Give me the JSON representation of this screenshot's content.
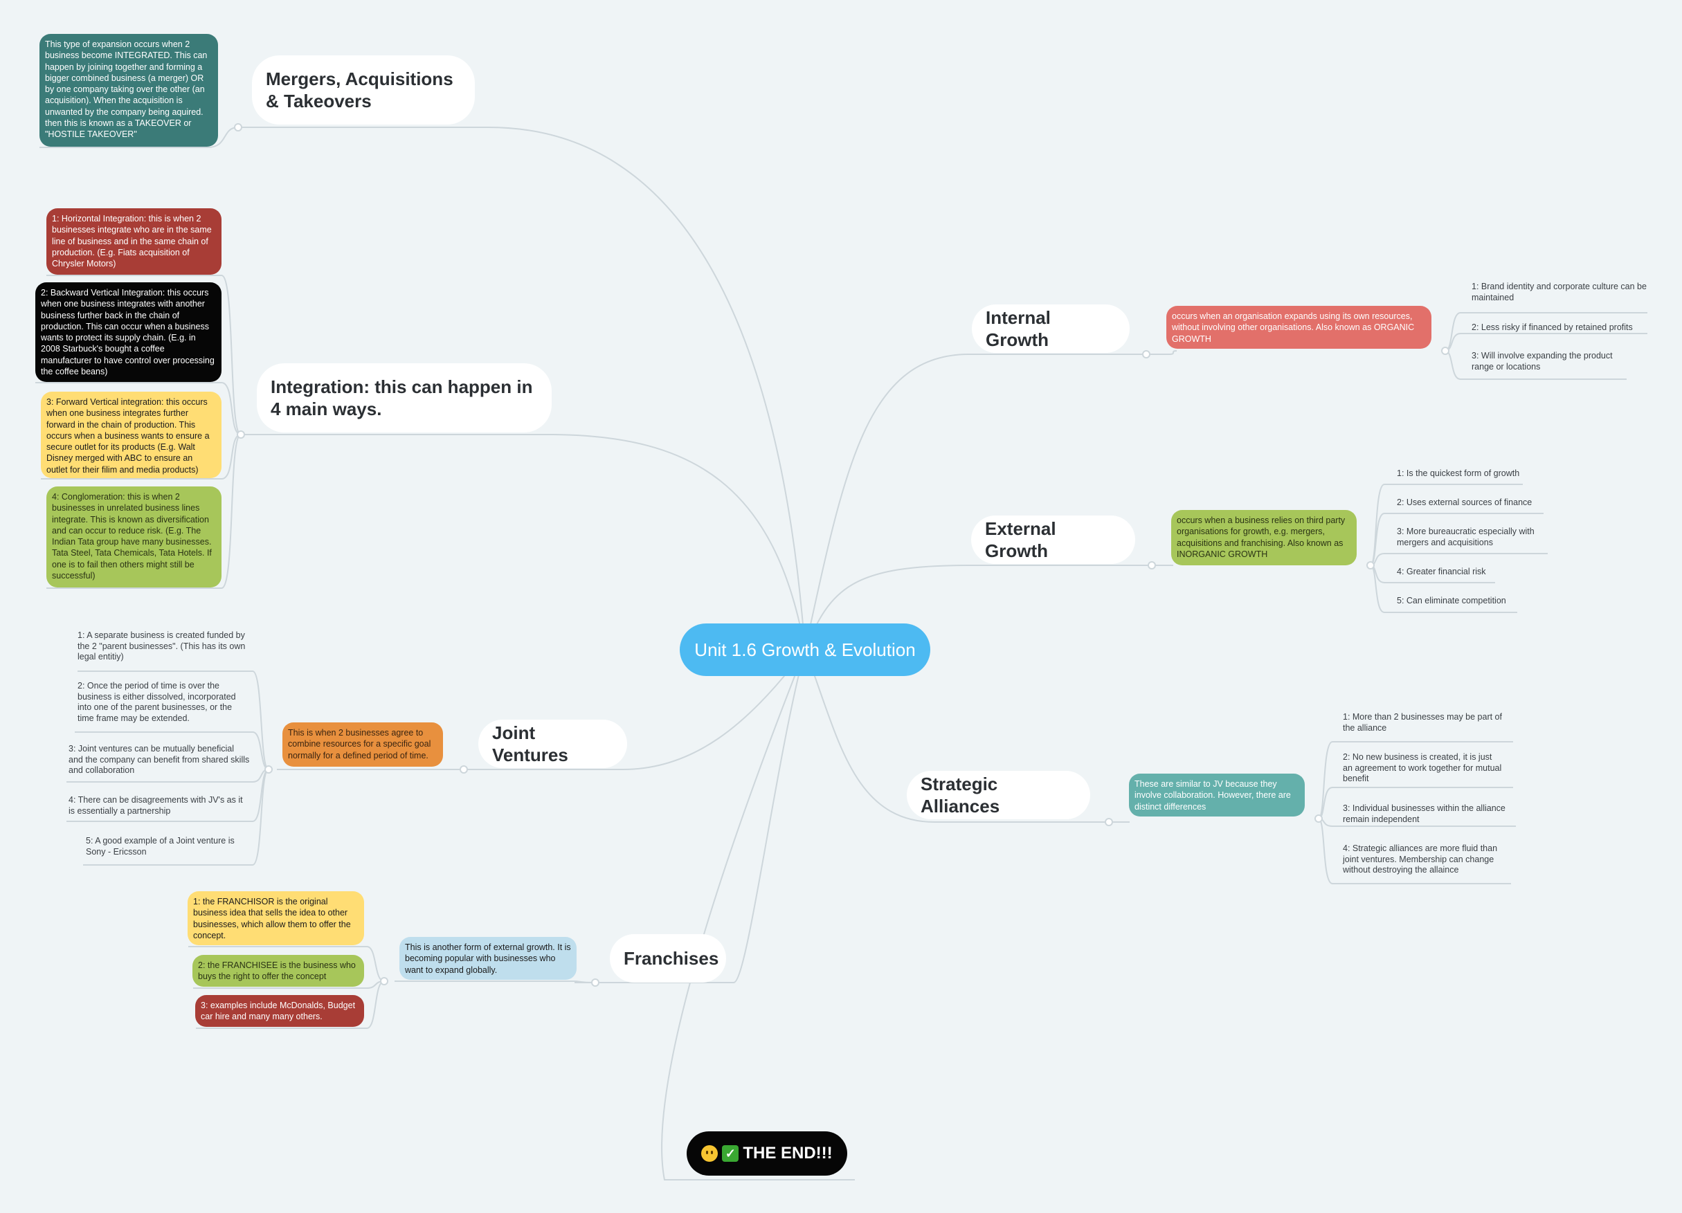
{
  "center": {
    "label": "Unit 1.6 Growth & Evolution"
  },
  "mergers": {
    "title": "Mergers, Acquisitions & Takeovers",
    "note": "This type of expansion occurs when 2 business become INTEGRATED. This can happen by joining together and forming a bigger combined business (a merger) OR by one company taking over the other (an acquisition). When the acquisition is unwanted by the company being aquired. then this is known as a TAKEOVER or \"HOSTILE TAKEOVER\""
  },
  "integration": {
    "title": "Integration: this can happen in 4 main ways.",
    "items": [
      "1: Horizontal Integration: this is when 2 businesses integrate who are in the same line of business and in the same chain of production. (E.g. Fiats acquisition of Chrysler Motors)",
      "2: Backward Vertical Integration: this occurs when one business integrates with another business further back in the chain of production. This can occur when a business wants to protect its supply chain. (E.g. in 2008 Starbuck's bought a coffee manufacturer to have control over processing the coffee beans)",
      "3: Forward Vertical integration: this occurs when one business integrates further forward in the chain of production. This occurs when a business wants to ensure a secure outlet for its products (E.g. Walt Disney merged with ABC to ensure an outlet for their filim and media products)",
      "4: Conglomeration: this is when 2 businesses in unrelated business lines integrate. This is known as diversification and can occur to reduce risk. (E.g. The Indian Tata group have many businesses. Tata Steel, Tata Chemicals, Tata Hotels. If one is to fail then others might still be successful)"
    ]
  },
  "joint": {
    "title": "Joint Ventures",
    "note": "This is when 2 businesses agree to combine resources for a specific goal normally for a defined period of time.",
    "items": [
      "1: A separate business is created funded by the 2 \"parent businesses\". (This has its own legal entitiy)",
      "2: Once the period of time is over the business is either dissolved, incorporated into one of the parent businesses, or the time frame may be extended.",
      "3: Joint ventures can be mutually beneficial and the company can benefit from shared skills and collaboration",
      "4: There can be disagreements with JV's as it is essentially a partnership",
      "5: A good example of a Joint venture is Sony - Ericsson"
    ]
  },
  "franchises": {
    "title": "Franchises",
    "note": "This is another form of external growth. It is becoming popular with businesses who want to expand globally.",
    "items": [
      "1: the FRANCHISOR is the original business idea that sells the idea to other businesses, which allow them to offer the concept.",
      "2: the FRANCHISEE is the business who buys the right to offer the concept",
      "3: examples include McDonalds, Budget car hire and many many others."
    ]
  },
  "internal": {
    "title": "Internal Growth",
    "note": "occurs when an organisation expands using its own resources, without involving other organisations. Also known as ORGANIC GROWTH",
    "items": [
      "1: Brand identity and corporate culture can be maintained",
      "2: Less risky if financed by retained profits",
      "3: Will involve expanding the product range or locations"
    ]
  },
  "external": {
    "title": "External Growth",
    "note": "occurs when a business relies on third party organisations for growth, e.g. mergers, acquisitions and franchising. Also known as INORGANIC GROWTH",
    "items": [
      "1: Is the quickest form of growth",
      "2: Uses external sources of finance",
      "3: More bureaucratic especially with mergers and acquisitions",
      "4: Greater financial risk",
      "5: Can eliminate competition"
    ]
  },
  "strategic": {
    "title": "Strategic Alliances",
    "note": "These are similar to JV because they involve collaboration. However, there are distinct differences",
    "items": [
      "1: More than 2 businesses may be part of the alliance",
      "2: No new business is created, it is just an agreement to work together for mutual benefit",
      "3: Individual businesses within the alliance remain independent",
      "4: Strategic alliances are more fluid than joint ventures. Membership can change without destroying the allaince"
    ]
  },
  "end": {
    "label": "THE END!!!",
    "icons": [
      "neutral-face-icon",
      "check-mark-icon"
    ]
  },
  "colors": {
    "center": "#4dbaf2",
    "background": "#eff4f6",
    "link": "#cdd6db"
  }
}
